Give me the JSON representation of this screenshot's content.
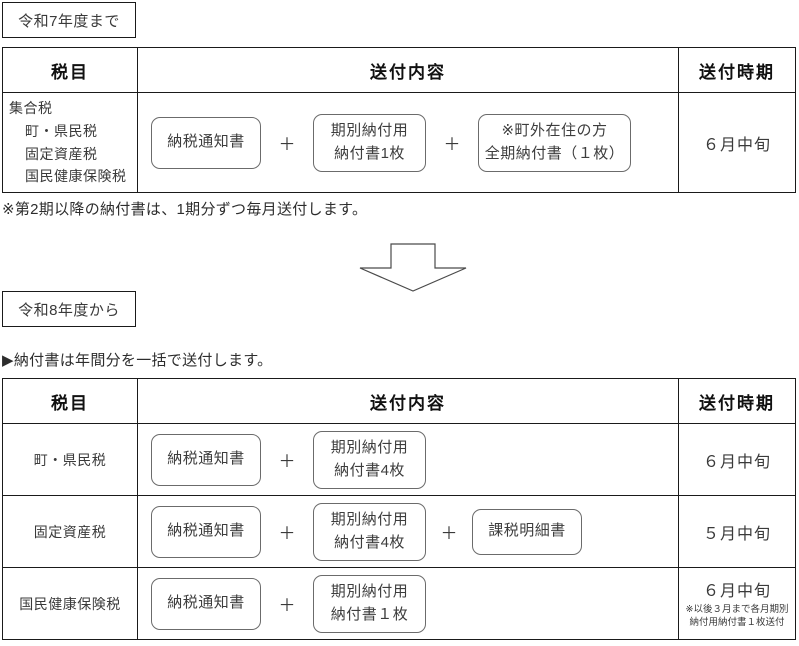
{
  "sections": {
    "before": {
      "era_label": "令和7年度まで",
      "note": "※第2期以降の納付書は、1期分ずつ毎月送付します。",
      "table": {
        "headers": {
          "tax": "税目",
          "content": "送付内容",
          "timing": "送付時期"
        },
        "rows": [
          {
            "tax_lines": [
              "集合税",
              "町・県民税",
              "固定資産税",
              "国民健康保険税"
            ],
            "items": [
              {
                "lines": [
                  "納税通知書"
                ]
              },
              {
                "lines": [
                  "期別納付用",
                  "納付書1枚"
                ]
              },
              {
                "lines": [
                  "※町外在住の方",
                  "全期納付書（１枚）"
                ]
              }
            ],
            "plus": "＋",
            "timing": "６月中旬",
            "timing_note": ""
          }
        ]
      }
    },
    "after": {
      "era_label": "令和8年度から",
      "note": "▶納付書は年間分を一括で送付します。",
      "table": {
        "headers": {
          "tax": "税目",
          "content": "送付内容",
          "timing": "送付時期"
        },
        "rows": [
          {
            "tax_lines": [
              "町・県民税"
            ],
            "items": [
              {
                "lines": [
                  "納税通知書"
                ]
              },
              {
                "lines": [
                  "期別納付用",
                  "納付書4枚"
                ]
              }
            ],
            "plus": "＋",
            "timing": "６月中旬",
            "timing_note": ""
          },
          {
            "tax_lines": [
              "固定資産税"
            ],
            "items": [
              {
                "lines": [
                  "納税通知書"
                ]
              },
              {
                "lines": [
                  "期別納付用",
                  "納付書4枚"
                ]
              },
              {
                "lines": [
                  "課税明細書"
                ]
              }
            ],
            "plus": "＋",
            "timing": "５月中旬",
            "timing_note": ""
          },
          {
            "tax_lines": [
              "国民健康保険税"
            ],
            "items": [
              {
                "lines": [
                  "納税通知書"
                ]
              },
              {
                "lines": [
                  "期別納付用",
                  "納付書１枚"
                ]
              }
            ],
            "plus": "＋",
            "timing": "６月中旬",
            "timing_note_line1": "※以後３月まで各月期別",
            "timing_note_line2": "納付用納付書１枚送付"
          }
        ]
      }
    }
  },
  "arrow": {
    "direction": "down",
    "stroke_color": "#4a4a4a"
  }
}
